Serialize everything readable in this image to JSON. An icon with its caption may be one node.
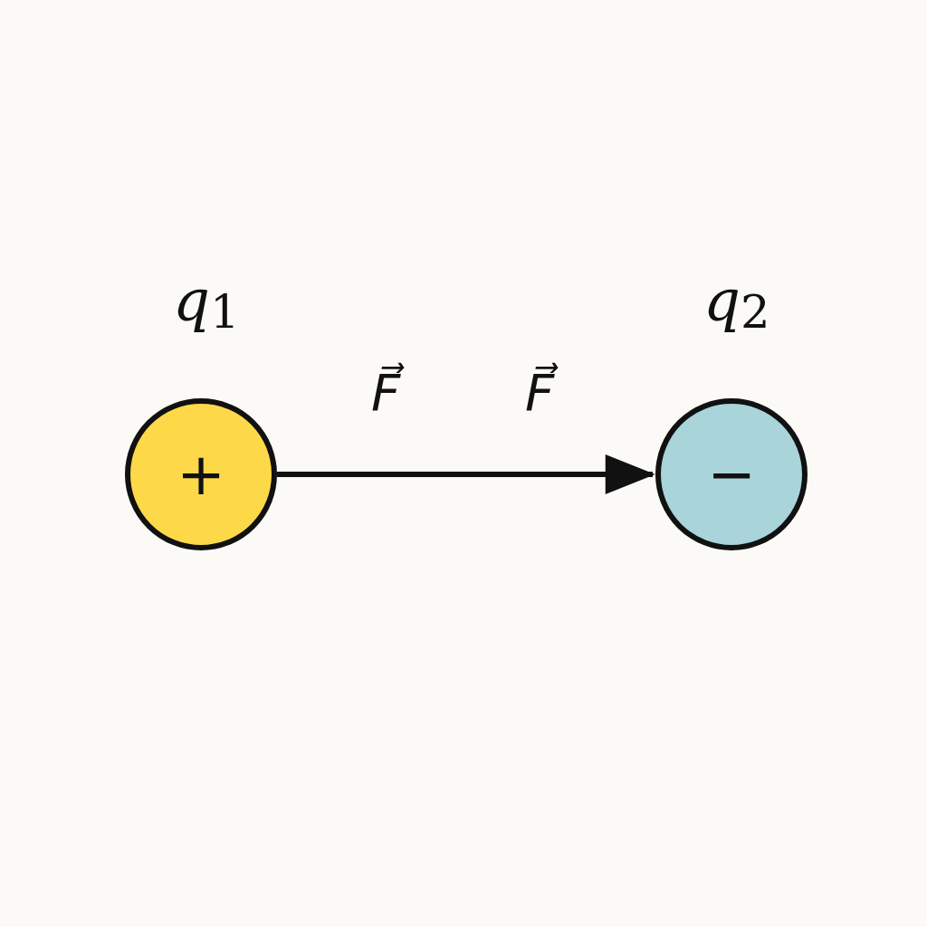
{
  "diagram": {
    "nodes": [
      {
        "text": [
          "+"
        ],
        "beside": [
          "q$_{1}$"
        ]
      },
      {
        "text": [
          "−"
        ],
        "beside": [
          "q$_{2}$"
        ]
      }
    ],
    "edges": [
      {
        "from": 0,
        "to": 1,
        "arrow": "to"
      }
    ],
    "labels": [
      "F⃗",
      "F⃗"
    ]
  }
}
